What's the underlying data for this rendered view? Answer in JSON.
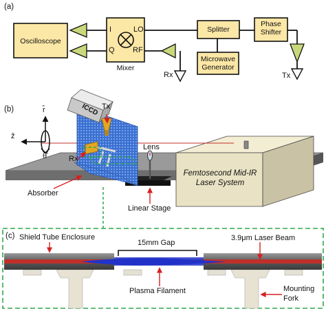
{
  "panel_labels": {
    "a": "(a)",
    "b": "(b)",
    "c": "(c)"
  },
  "panel_a": {
    "oscilloscope": "Oscilloscope",
    "mixer": "Mixer",
    "mixer_port_i": "I",
    "mixer_port_q": "Q",
    "mixer_port_lo": "LO",
    "mixer_port_rf": "RF",
    "splitter": "Splitter",
    "phase_shifter_line1": "Phase",
    "phase_shifter_line2": "Shifter",
    "microwave_line1": "Microwave",
    "microwave_line2": "Generator",
    "rx": "Rx",
    "tx": "Tx"
  },
  "panel_b": {
    "r_axis": "r̂",
    "z_axis": "ẑ",
    "theta_axis": "θ̂",
    "iccd": "ICCD",
    "tx": "Tx",
    "rx": "Rx",
    "lens": "Lens",
    "absorber": "Absorber",
    "linear_stage": "Linear Stage",
    "laser_line1": "Femtosecond Mid-IR",
    "laser_line2": "Laser System"
  },
  "panel_c": {
    "shield_tube": "Shield Tube Enclosure",
    "gap": "15mm Gap",
    "laser_beam": "3.9μm Laser Beam",
    "plasma": "Plasma Filament",
    "fork_line1": "Mounting",
    "fork_line2": "Fork"
  },
  "colors": {
    "block_fill": "#fbe7a6",
    "amplifier_fill": "#c9d87a",
    "arrow_red": "#d62020",
    "dashed_green": "#2ea84a",
    "laser_beam": "#c0302a",
    "plasma": "#2233c8",
    "laser_box": "#e9e2c4",
    "absorber": "#3a6fd0"
  }
}
